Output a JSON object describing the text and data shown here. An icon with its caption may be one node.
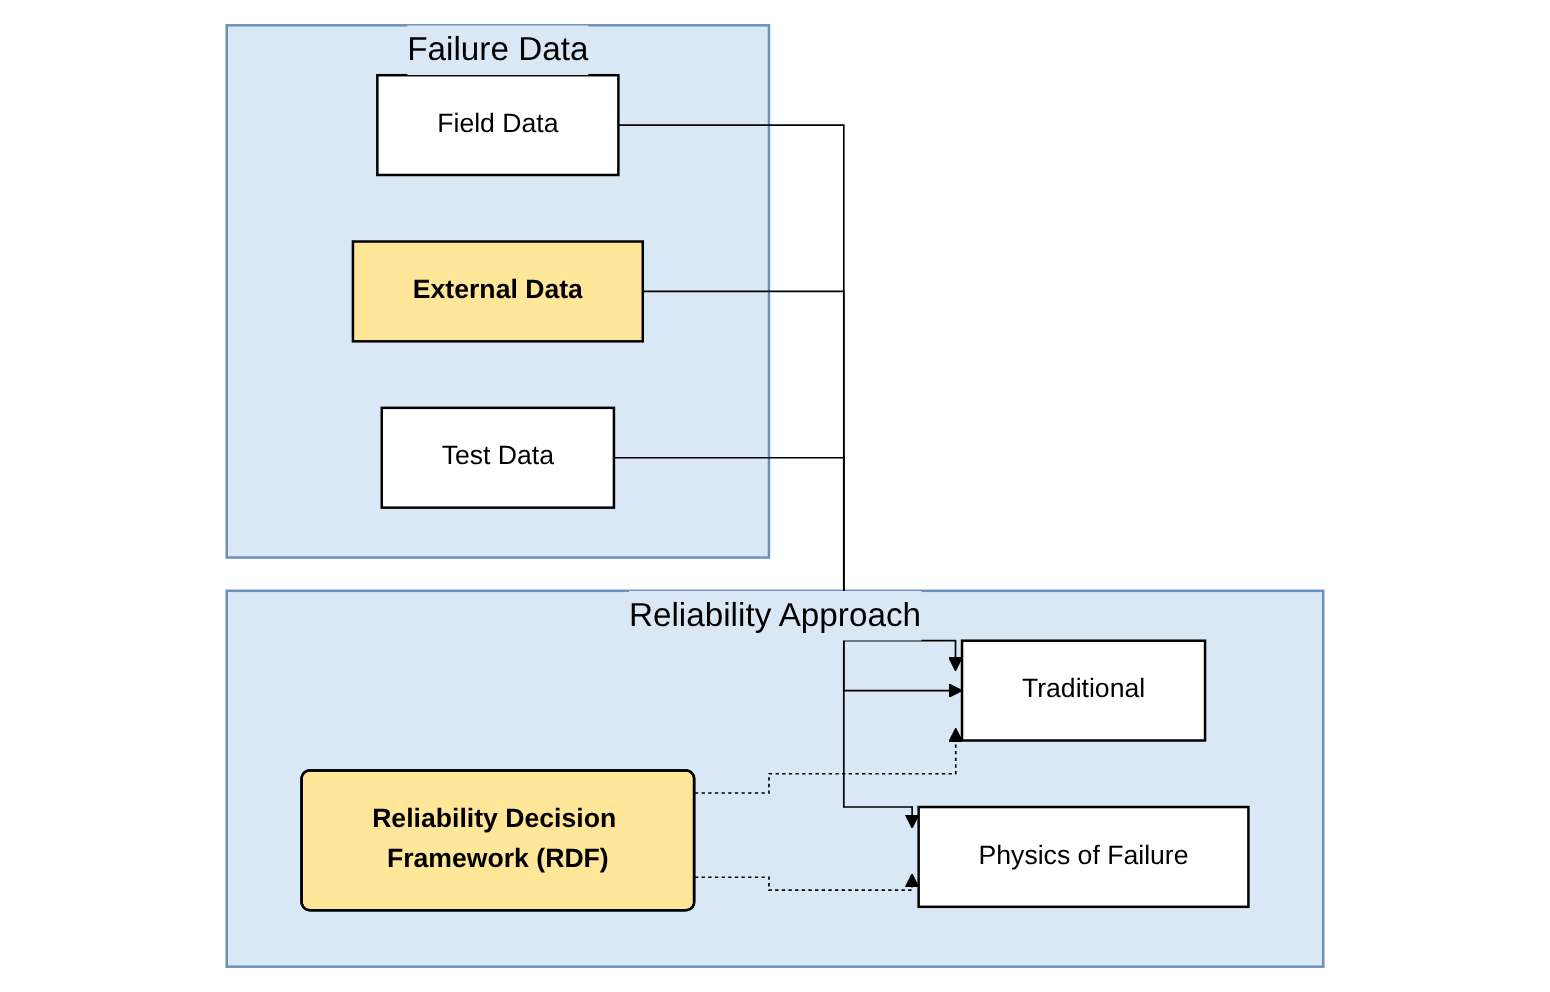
{
  "diagram": {
    "nodes": [
      {
        "text": [
          "Failure Data"
        ]
      },
      {
        "text": [
          "Field Data"
        ],
        "in": 0
      },
      {
        "text": [
          "External Data"
        ],
        "in": 0
      },
      {
        "text": [
          "Test Data"
        ],
        "in": 0
      },
      {
        "text": [
          "Reliability Approach"
        ]
      },
      {
        "text": [
          "Traditional"
        ],
        "in": 4
      },
      {
        "text": [
          "Reliability Decision Framework (RDF)"
        ],
        "in": 4
      },
      {
        "text": [
          "Physics of Failure"
        ],
        "in": 4
      }
    ],
    "edges": [
      {
        "from": 1,
        "to": 5,
        "arrow": "to"
      },
      {
        "from": 2,
        "to": 5,
        "arrow": "to"
      },
      {
        "from": 3,
        "to": 7,
        "arrow": "to"
      },
      {
        "from": 6,
        "to": 5,
        "arrow": "to",
        "style": "dashed"
      },
      {
        "from": 6,
        "to": 7,
        "arrow": "to",
        "style": "dashed"
      }
    ]
  }
}
